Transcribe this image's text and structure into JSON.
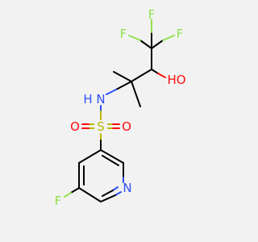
{
  "colors": {
    "background": "#f2f2f2",
    "carbon_bond": "#000000",
    "fluorine": "#90e050",
    "oxygen": "#ff0d0d",
    "nitrogen": "#3050f8",
    "sulfur": "#b8b800"
  },
  "atoms": {
    "f_top": "F",
    "f_left": "F",
    "f_right": "F",
    "hydroxyl": "HO",
    "amide_n": "N",
    "amide_h": "H",
    "sulfur": "S",
    "oxygen_left": "O",
    "oxygen_right": "O",
    "pyridine_n": "N",
    "ring_f": "F"
  }
}
